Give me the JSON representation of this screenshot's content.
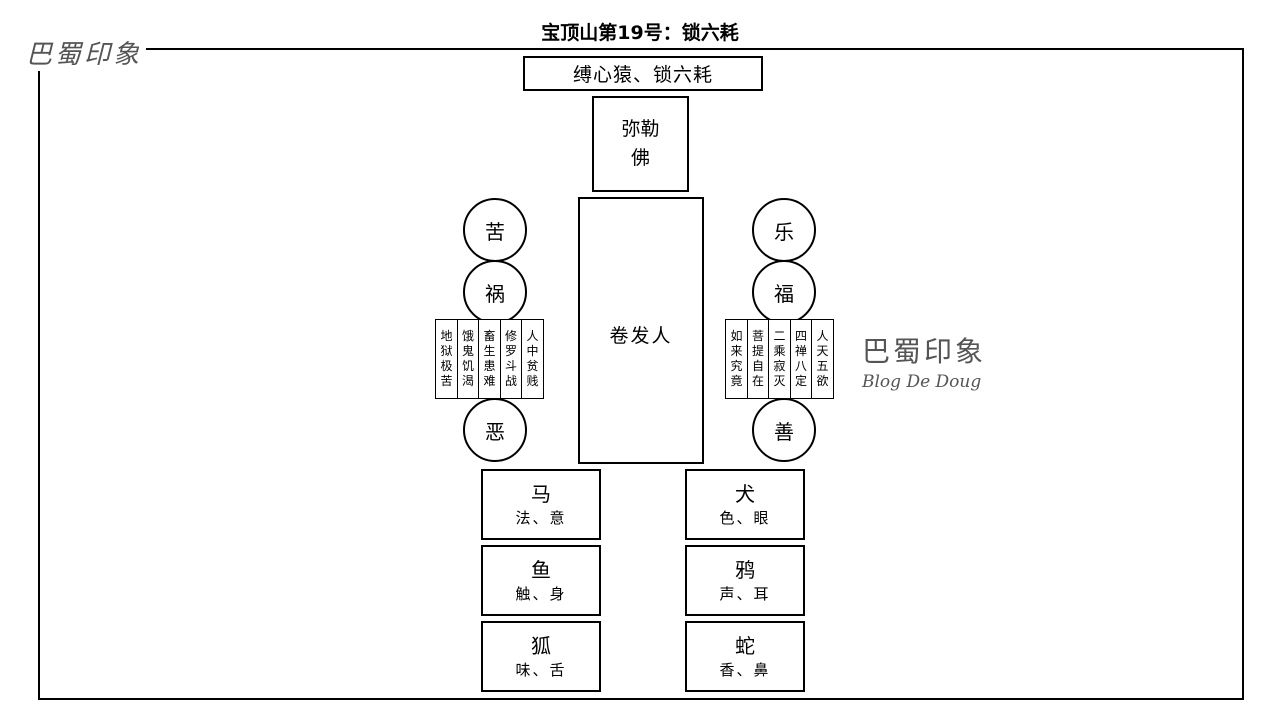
{
  "title": "宝顶山第19号：锁六耗",
  "watermark": {
    "logo_text": "巴蜀印象",
    "blog_text": "Blog De Doug"
  },
  "top_label": "缚心猿、锁六耗",
  "buddha": "弥勒佛",
  "central_figure": "卷发人",
  "left": {
    "circles": [
      "苦",
      "祸",
      "恶"
    ],
    "realms": [
      "地狱极苦",
      "饿鬼饥渴",
      "畜生患难",
      "修罗斗战",
      "人中贫贱"
    ]
  },
  "right": {
    "circles": [
      "乐",
      "福",
      "善"
    ],
    "realms": [
      "如来究竟",
      "菩提自在",
      "二乘寂灭",
      "四禅八定",
      "人天五欲"
    ]
  },
  "animals_left": [
    {
      "name": "马",
      "sense": "法、意"
    },
    {
      "name": "鱼",
      "sense": "触、身"
    },
    {
      "name": "狐",
      "sense": "味、舌"
    }
  ],
  "animals_right": [
    {
      "name": "犬",
      "sense": "色、眼"
    },
    {
      "name": "鸦",
      "sense": "声、耳"
    },
    {
      "name": "蛇",
      "sense": "香、鼻"
    }
  ]
}
